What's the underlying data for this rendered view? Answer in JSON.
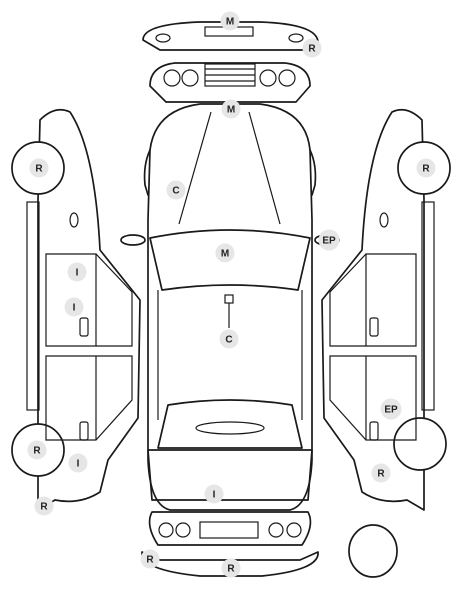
{
  "diagram": {
    "background": "#ffffff",
    "line_color": "#1a1a1a",
    "badge_color": "#e6e6e6",
    "markers": [
      {
        "id": "front-bumper-m",
        "code": "M"
      },
      {
        "id": "front-bumper-r",
        "code": "R"
      },
      {
        "id": "hood-m",
        "code": "M"
      },
      {
        "id": "windshield-c",
        "code": "C"
      },
      {
        "id": "right-mirror-ep",
        "code": "EP"
      },
      {
        "id": "roof-m",
        "code": "M"
      },
      {
        "id": "roof-c",
        "code": "C"
      },
      {
        "id": "trunk-i",
        "code": "I"
      },
      {
        "id": "rear-bumper-r-left",
        "code": "R"
      },
      {
        "id": "rear-bumper-r",
        "code": "R"
      },
      {
        "id": "left-front-wheel-r",
        "code": "R"
      },
      {
        "id": "left-front-door-i",
        "code": "I"
      },
      {
        "id": "left-front-door-i-2",
        "code": "I"
      },
      {
        "id": "left-rear-wheel-r",
        "code": "R"
      },
      {
        "id": "left-rear-wheel-i",
        "code": "I"
      },
      {
        "id": "left-rear-fender-r",
        "code": "R"
      },
      {
        "id": "right-front-wheel-r",
        "code": "R"
      },
      {
        "id": "right-rear-door-ep",
        "code": "EP"
      },
      {
        "id": "right-rear-fender-r",
        "code": "R"
      }
    ]
  }
}
